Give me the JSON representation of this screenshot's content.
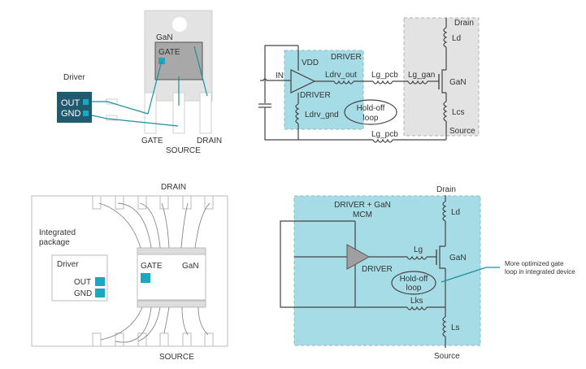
{
  "colors": {
    "teal": "#1aa7bf",
    "teal_dark": "#1f5a6e",
    "driver_bg": "#a6dce6",
    "gan_box": "#e3e3e3",
    "chip": "#a8a8a8",
    "wire": "#444444",
    "bondwire": "#888888"
  },
  "top_left": {
    "gan_label": "GaN",
    "gate_label": "GATE",
    "driver_label": "Driver",
    "out_label": "OUT",
    "gnd_label": "GND",
    "pin_gate": "GATE",
    "pin_source": "SOURCE",
    "pin_drain": "DRAIN"
  },
  "top_right": {
    "in_label": "IN",
    "vdd_label": "VDD",
    "driver_box_label": "DRIVER",
    "driver_amp_label": "DRIVER",
    "ldrv_out": "Ldrv_out",
    "ldrv_gnd": "Ldrv_gnd",
    "lg_pcb_top": "Lg_pcb",
    "lg_pcb_bottom": "Lg_pcb",
    "lg_gan": "Lg_gan",
    "drain_label": "Drain",
    "ld_label": "Ld",
    "gan_label": "GaN",
    "lcs_label": "Lcs",
    "source_label": "Source",
    "loop_line1": "Hold-off",
    "loop_line2": "loop"
  },
  "bottom_left": {
    "drain_label": "DRAIN",
    "source_label": "SOURCE",
    "package_line1": "Integrated",
    "package_line2": "package",
    "driver_label": "Driver",
    "out_label": "OUT",
    "gnd_label": "GND",
    "gate_label": "GATE",
    "gan_label": "GaN"
  },
  "bottom_right": {
    "drain_label": "Drain",
    "source_label": "Source",
    "mcm_line1": "DRIVER + GaN",
    "mcm_line2": "MCM",
    "driver_label": "DRIVER",
    "lg_label": "Lg",
    "gan_label": "GaN",
    "ld_label": "Ld",
    "lks_label": "Lks",
    "ls_label": "Ls",
    "loop_line1": "Hold-off",
    "loop_line2": "loop",
    "callout_line1": "More optimized gate",
    "callout_line2": "loop in integrated device"
  }
}
